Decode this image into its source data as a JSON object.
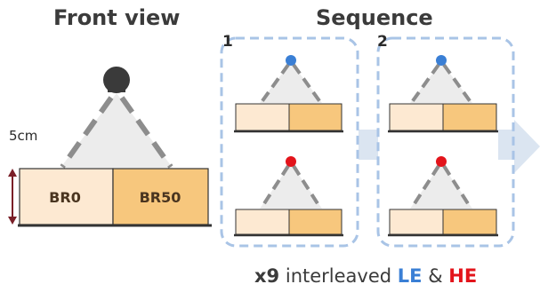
{
  "front_view": {
    "title": "Front view",
    "distance_label": "5cm",
    "left_block_label": "BR0",
    "right_block_label": "BR50"
  },
  "sequence": {
    "title": "Sequence",
    "panel_1_number": "1",
    "panel_2_number": "2"
  },
  "caption": {
    "count": "x9",
    "word": "interleaved",
    "low_energy": "LE",
    "amp": "&",
    "high_energy": "HE"
  },
  "colors": {
    "light_block": "#fde9d2",
    "dark_block": "#f7c77d",
    "low_energy": "#3a7fd5",
    "high_energy": "#e3141b",
    "panel_border": "#a9c4e6",
    "arrow": "#dbe5f1",
    "double_arrow": "#7a1f28",
    "source_front": "#3a3a3a"
  }
}
